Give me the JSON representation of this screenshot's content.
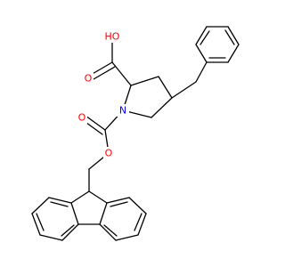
{
  "molecule": {
    "atom_labels": {
      "hydroxyl": "HO",
      "carbonyl_oxygen_acid": "O",
      "nitrogen": "N",
      "carbonyl_oxygen_carbamate": "O",
      "ester_oxygen": "O"
    },
    "colors": {
      "bond": "#000000",
      "oxygen": "#ff0000",
      "nitrogen": "#0000ff"
    }
  }
}
